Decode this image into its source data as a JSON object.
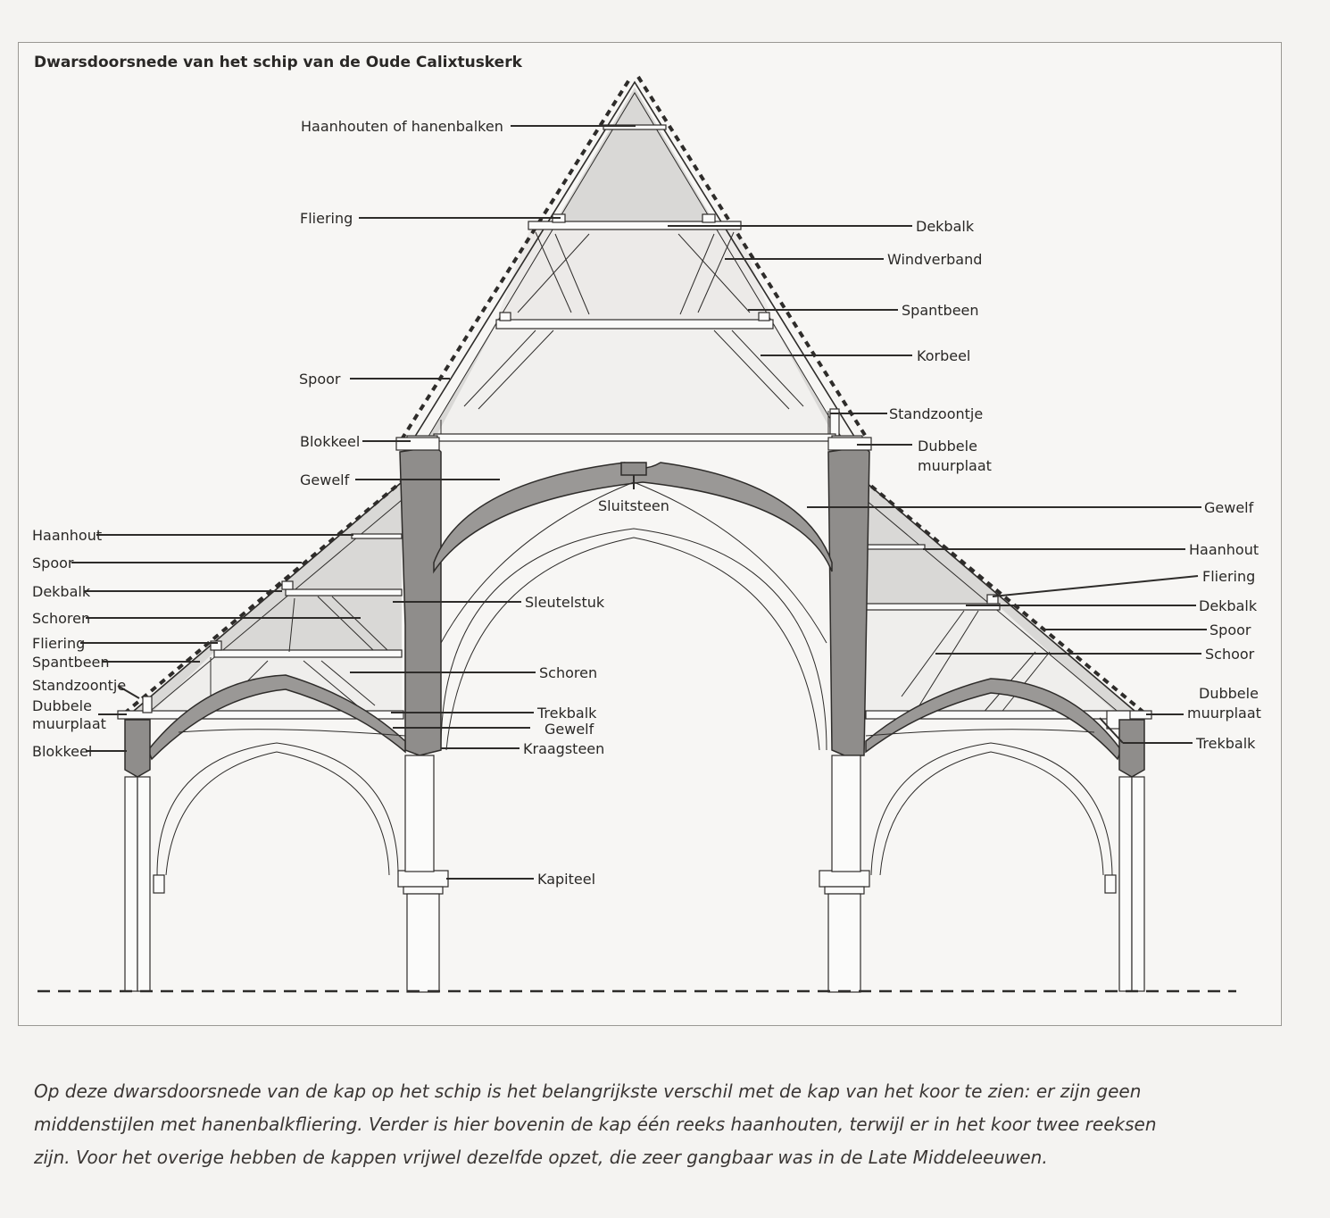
{
  "title": "Dwarsdoorsnede van het schip van de Oude Calixtuskerk",
  "labels": {
    "haanhouten": "Haanhouten of hanenbalken",
    "fliering_top": "Fliering",
    "dekbalk_top": "Dekbalk",
    "windverband": "Windverband",
    "spantbeen_top": "Spantbeen",
    "korbeel": "Korbeel",
    "spoor_top": "Spoor",
    "standzoontje_top": "Standzoontje",
    "blokkeel_top": "Blokkeel",
    "dubbele_top_1": "Dubbele",
    "dubbele_top_2": "muurplaat",
    "gewelf_left": "Gewelf",
    "sluitsteen": "Sluitsteen",
    "gewelf_right": "Gewelf",
    "haanhout_left": "Haanhout",
    "haanhout_right": "Haanhout",
    "spoor_left": "Spoor",
    "fliering_right": "Fliering",
    "dekbalk_left": "Dekbalk",
    "dekbalk_right": "Dekbalk",
    "sleutelstuk": "Sleutelstuk",
    "schoren_left": "Schoren",
    "spoor_right": "Spoor",
    "fliering_left": "Fliering",
    "schoor_right": "Schoor",
    "spantbeen_left": "Spantbeen",
    "schoren_mid": "Schoren",
    "standzoontje_left": "Standzoontje",
    "dubbele_right_1": "Dubbele",
    "dubbele_right_2": "muurplaat",
    "dubbele_left_1": "Dubbele",
    "dubbele_left_2": "muurplaat",
    "trekbalk_mid": "Trekbalk",
    "gewelf_mid": "Gewelf",
    "trekbalk_right": "Trekbalk",
    "blokkeel_left": "Blokkeel",
    "kraagsteen": "Kraagsteen",
    "kapiteel": "Kapiteel"
  },
  "caption": [
    "Op deze dwarsdoorsnede van de kap op het schip is het belangrijkste verschil met de kap van het koor te zien: er zijn geen",
    "middenstijlen met hanenbalkfliering. Verder is hier bovenin de kap één reeks haanhouten, terwijl er in het koor twee reeksen",
    "zijn. Voor het overige hebben de kappen vrijwel dezelfde opzet, die zeer gangbaar was in de Late Middeleeuwen."
  ]
}
